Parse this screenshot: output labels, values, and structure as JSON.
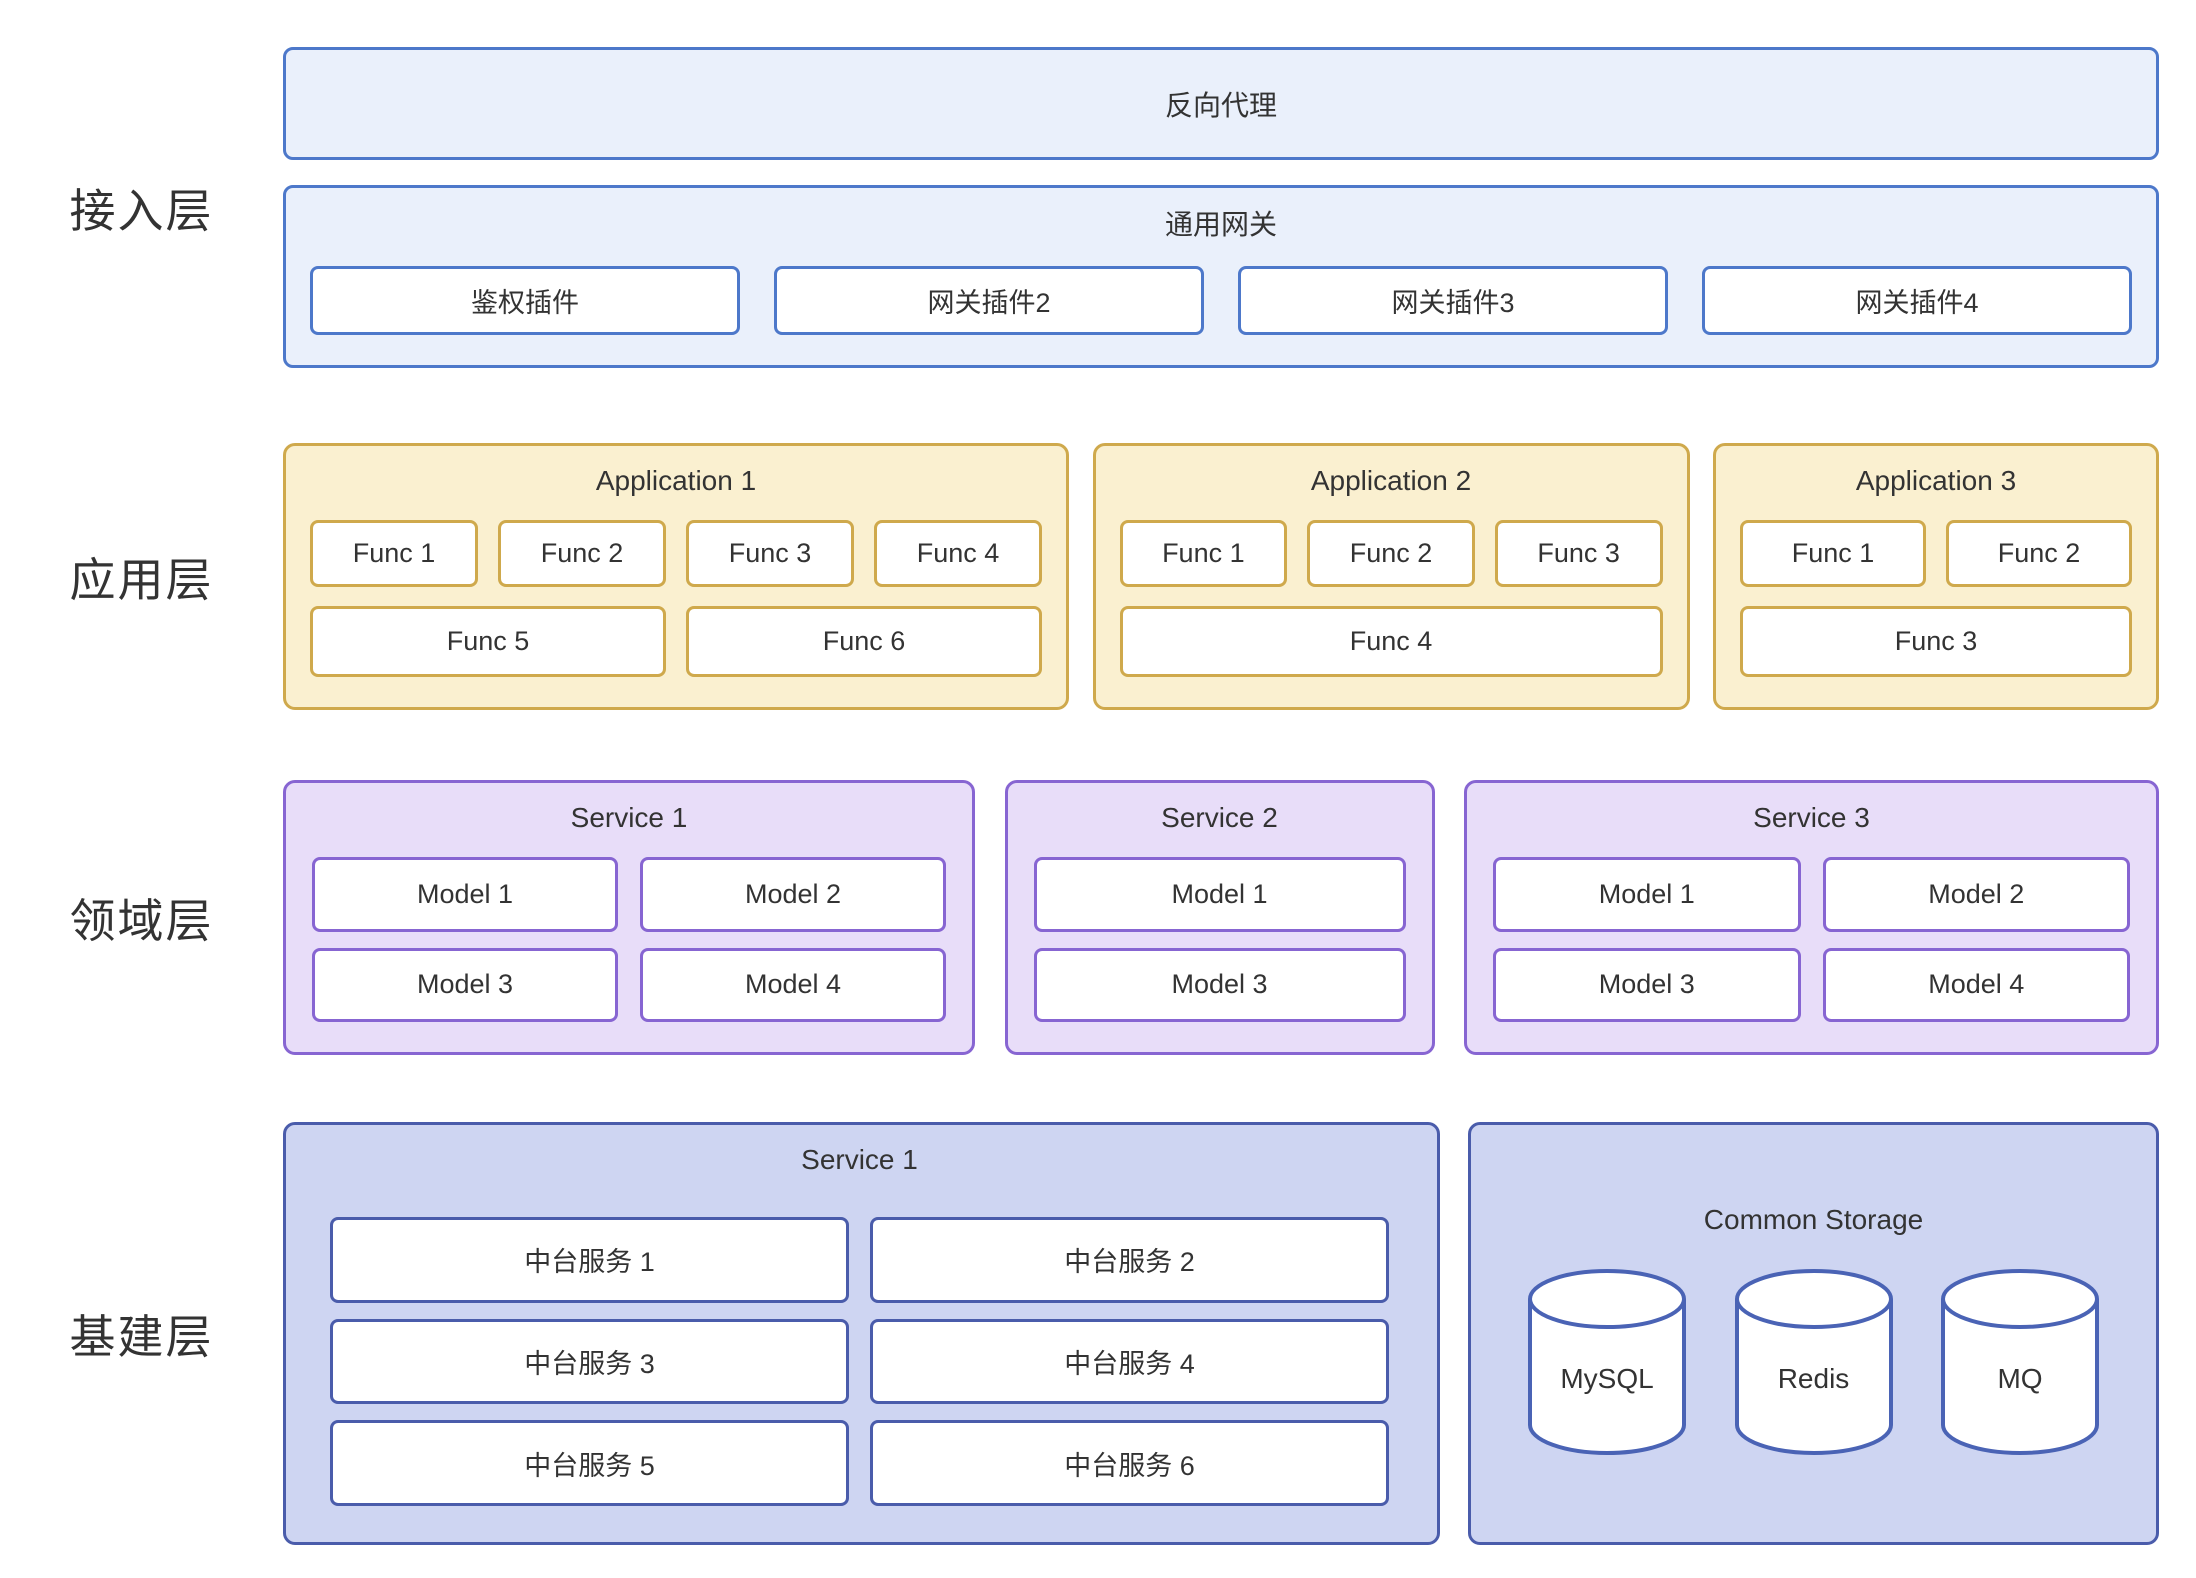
{
  "layers": {
    "access": {
      "label": "接入层",
      "reverse_proxy": "反向代理",
      "gateway": {
        "title": "通用网关",
        "plugins": [
          "鉴权插件",
          "网关插件2",
          "网关插件3",
          "网关插件4"
        ]
      }
    },
    "application": {
      "label": "应用层",
      "applications": [
        {
          "title": "Application 1",
          "funcs_row1": [
            "Func 1",
            "Func 2",
            "Func 3",
            "Func 4"
          ],
          "funcs_row2": [
            "Func 5",
            "Func 6"
          ]
        },
        {
          "title": "Application 2",
          "funcs_row1": [
            "Func 1",
            "Func 2",
            "Func 3"
          ],
          "funcs_row2": [
            "Func 4"
          ]
        },
        {
          "title": "Application 3",
          "funcs_row1": [
            "Func 1",
            "Func 2"
          ],
          "funcs_row2": [
            "Func 3"
          ]
        }
      ]
    },
    "domain": {
      "label": "领域层",
      "services": [
        {
          "title": "Service 1",
          "models_row1": [
            "Model 1",
            "Model 2"
          ],
          "models_row2": [
            "Model 3",
            "Model 4"
          ]
        },
        {
          "title": "Service 2",
          "models_row1": [
            "Model 1"
          ],
          "models_row2": [
            "Model 3"
          ]
        },
        {
          "title": "Service 3",
          "models_row1": [
            "Model 1",
            "Model 2"
          ],
          "models_row2": [
            "Model 3",
            "Model 4"
          ]
        }
      ]
    },
    "infrastructure": {
      "label": "基建层",
      "service": {
        "title": "Service 1",
        "items": [
          "中台服务 1",
          "中台服务 2",
          "中台服务 3",
          "中台服务 4",
          "中台服务 5",
          "中台服务 6"
        ]
      },
      "storage": {
        "title": "Common Storage",
        "databases": [
          "MySQL",
          "Redis",
          "MQ"
        ]
      }
    }
  },
  "colors": {
    "access_border": "#4d78ca",
    "access_fill": "#eaf0fb",
    "application_border": "#cfa94c",
    "application_fill": "#faf0d0",
    "domain_border": "#8765d2",
    "domain_fill": "#e8ddf9",
    "infrastructure_border": "#4a5cab",
    "infrastructure_fill": "#ced5f2",
    "text": "#333333",
    "box_fill": "#ffffff"
  }
}
